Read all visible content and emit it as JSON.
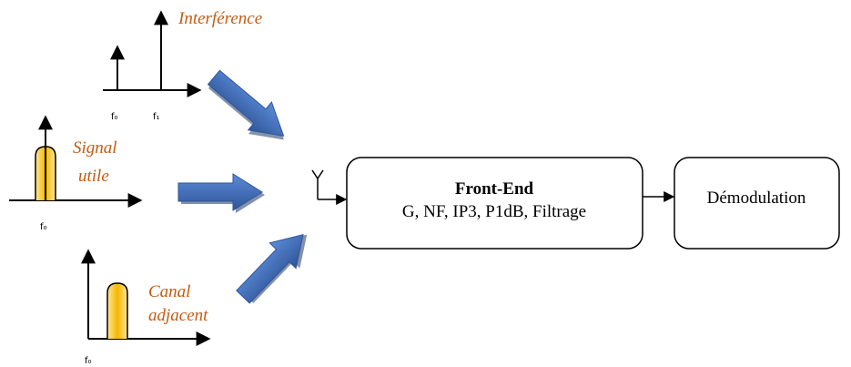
{
  "spectra": {
    "interference": {
      "label": "Interférence",
      "tick_labels": [
        "f₀",
        "f₁"
      ]
    },
    "useful_signal": {
      "label_line1": "Signal",
      "label_line2": "utile",
      "tick_label": "f₀"
    },
    "adjacent_channel": {
      "label_line1": "Canal",
      "label_line2": "adjacent",
      "tick_label": "f₀"
    }
  },
  "blocks": {
    "front_end": {
      "title": "Front-End",
      "params": "G, NF, IP3, P1dB, Filtrage"
    },
    "demodulation": {
      "label": "Démodulation"
    }
  },
  "colors": {
    "label": "#C55A11",
    "signal_fill_light": "#FFE699",
    "signal_fill_dark": "#F5B800",
    "arrow_blue": "#4472C4"
  }
}
